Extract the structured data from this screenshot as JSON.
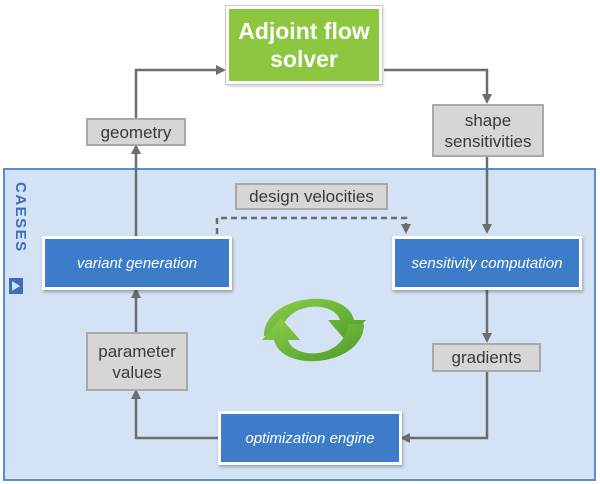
{
  "solver": {
    "line1": "Adjoint flow",
    "line2": "solver"
  },
  "labels": {
    "geometry": "geometry",
    "shape_line1": "shape",
    "shape_line2": "sensitivities",
    "design_velocities": "design velocities",
    "parameter_line1": "parameter",
    "parameter_line2": "values",
    "gradients": "gradients"
  },
  "process": {
    "variant_generation": "variant generation",
    "sensitivity_computation": "sensitivity computation",
    "optimization_engine": "optimization engine"
  },
  "brand": {
    "logo_text": "CAESES",
    "logo_icon": "caeses-logo-icon"
  },
  "colors": {
    "solver_green": "#8dc63f",
    "process_blue": "#3d7cc9",
    "frame_fill": "#d3e2f4",
    "frame_border": "#5a8fcf",
    "label_gray": "#d6d6d6",
    "arrow_gray": "#6d6d6d"
  },
  "icons": {
    "cycle": "refresh-cycle-icon"
  }
}
